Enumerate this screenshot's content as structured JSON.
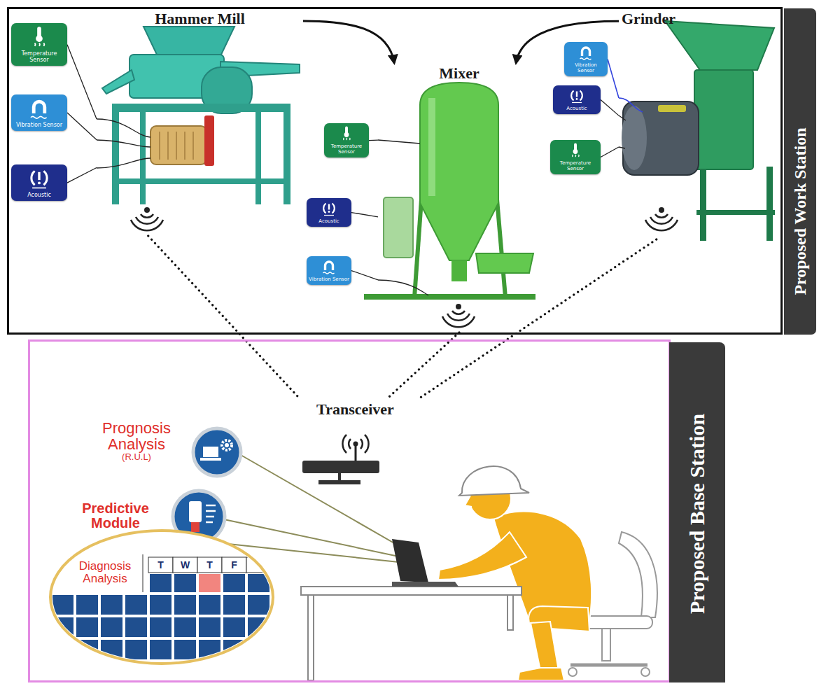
{
  "diagram": {
    "nodes": [
      {
        "text": [
          "Proposed Work Station"
        ]
      },
      {
        "text": [
          "Hammer Mill"
        ],
        "in": 0
      },
      {
        "text": [
          "Temperature Sensor"
        ],
        "in": 0
      },
      {
        "text": [
          "Vibration Sensor"
        ],
        "in": 0
      },
      {
        "text": [
          "Acoustic"
        ],
        "in": 0
      },
      {
        "text": [
          "Mixer"
        ],
        "in": 0
      },
      {
        "text": [
          "Temperature Sensor"
        ],
        "in": 0
      },
      {
        "text": [
          "Acoustic"
        ],
        "in": 0
      },
      {
        "text": [
          "Vibration Sensor"
        ],
        "in": 0
      },
      {
        "text": [
          "Grinder"
        ],
        "in": 0
      },
      {
        "text": [
          "Vibration Sensor"
        ],
        "in": 0
      },
      {
        "text": [
          "Acoustic"
        ],
        "in": 0
      },
      {
        "text": [
          "Temperature Sensor"
        ],
        "in": 0
      },
      {
        "text": [
          "Proposed Base Station"
        ]
      },
      {
        "text": [
          "Transceiver"
        ],
        "in": 13
      },
      {
        "text": [
          "Prognosis Analysis",
          "(R.U.L)"
        ],
        "in": 13
      },
      {
        "text": [
          "Predictive Module"
        ],
        "in": 13
      },
      {
        "text": [
          "Diagnosis Analysis"
        ],
        "in": 13
      }
    ],
    "edges": [
      {
        "from": 1,
        "to": 5,
        "arrow": "to"
      },
      {
        "from": 9,
        "to": 5,
        "arrow": "to"
      },
      {
        "from": 2,
        "to": 1,
        "arrow": "none"
      },
      {
        "from": 3,
        "to": 1,
        "arrow": "none"
      },
      {
        "from": 4,
        "to": 1,
        "arrow": "none"
      },
      {
        "from": 6,
        "to": 5,
        "arrow": "none"
      },
      {
        "from": 7,
        "to": 5,
        "arrow": "none"
      },
      {
        "from": 8,
        "to": 5,
        "arrow": "none"
      },
      {
        "from": 10,
        "to": 9,
        "arrow": "none"
      },
      {
        "from": 11,
        "to": 9,
        "arrow": "none"
      },
      {
        "from": 12,
        "to": 9,
        "arrow": "none"
      },
      {
        "from": 1,
        "to": 14,
        "arrow": "none"
      },
      {
        "from": 5,
        "to": 14,
        "arrow": "none"
      },
      {
        "from": 9,
        "to": 14,
        "arrow": "none"
      }
    ],
    "labels": [
      "T",
      "W",
      "T",
      "F"
    ]
  }
}
